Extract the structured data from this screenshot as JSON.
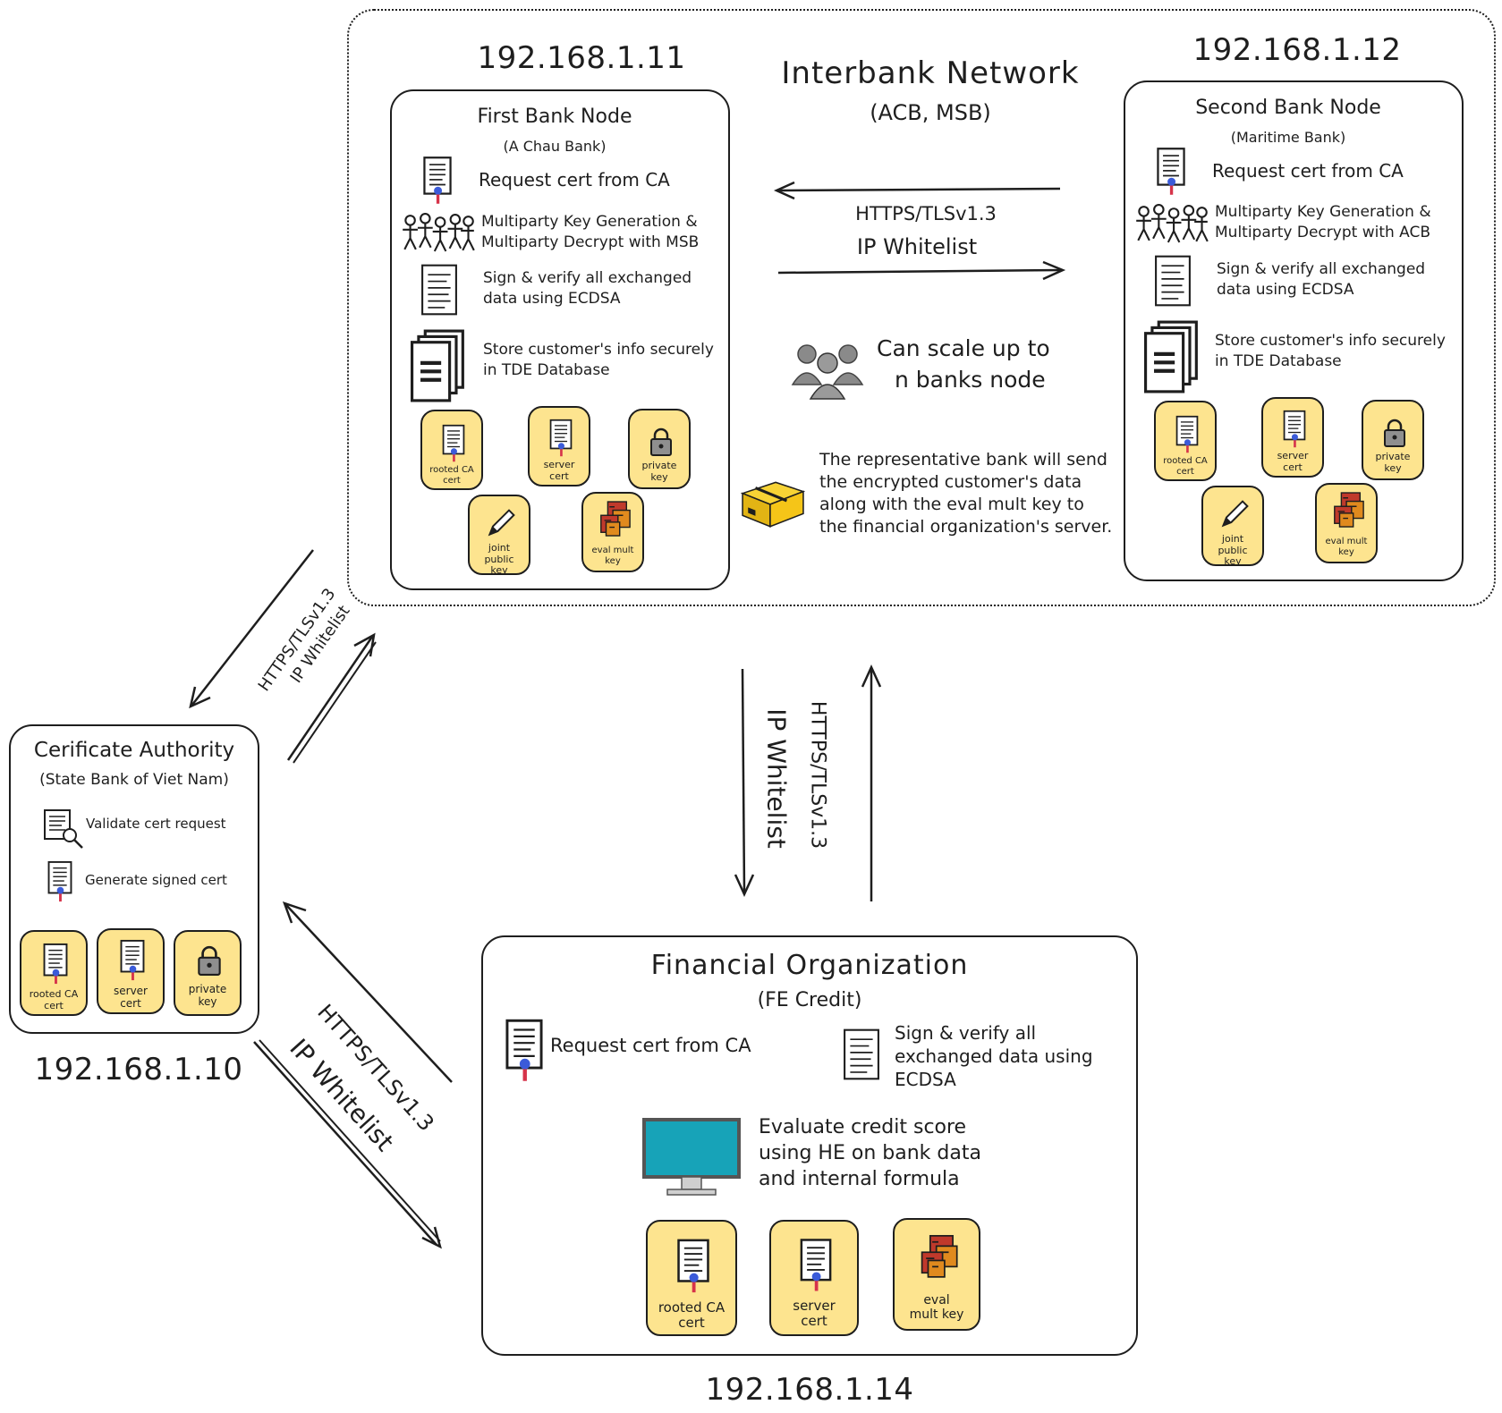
{
  "interbank": {
    "title": "Interbank Network",
    "subtitle": "(ACB, MSB)",
    "link_protocol": "HTTPS/TLSv1.3",
    "link_whitelist": "IP Whitelist",
    "scale_line1": "Can scale up to",
    "scale_line2": "n banks node",
    "representative_note": "The representative bank will send the encrypted customer's data along with the eval mult key to the financial organization's server."
  },
  "bank1": {
    "ip": "192.168.1.11",
    "title": "First Bank Node",
    "subtitle": "(A Chau Bank)",
    "item_request": "Request cert from CA",
    "item_mpc": "Multiparty Key Generation & Multiparty Decrypt with MSB",
    "item_sign": "Sign & verify all exchanged data using ECDSA",
    "item_store": "Store customer's info securely in TDE Database",
    "cards": [
      "rooted CA cert",
      "server cert",
      "private key",
      "joint public key",
      "eval mult key"
    ]
  },
  "bank2": {
    "ip": "192.168.1.12",
    "title": "Second Bank Node",
    "subtitle": "(Maritime Bank)",
    "item_request": "Request cert from CA",
    "item_mpc": "Multiparty Key Generation & Multiparty Decrypt with ACB",
    "item_sign": "Sign & verify all exchanged data using ECDSA",
    "item_store": "Store customer's info securely in TDE Database",
    "cards": [
      "rooted CA cert",
      "server cert",
      "private key",
      "joint public key",
      "eval mult key"
    ]
  },
  "ca": {
    "ip": "192.168.1.10",
    "title": "Cerificate Authority",
    "subtitle": "(State Bank of Viet Nam)",
    "item_validate": "Validate cert request",
    "item_generate": "Generate signed cert",
    "cards": [
      "rooted CA cert",
      "server cert",
      "private key"
    ]
  },
  "fin": {
    "ip": "192.168.1.14",
    "title": "Financial Organization",
    "subtitle": "(FE Credit)",
    "item_request": "Request cert from CA",
    "item_sign": "Sign & verify all exchanged data using ECDSA",
    "item_eval": "Evaluate credit score using HE on bank data and internal formula",
    "cards": [
      "rooted CA cert",
      "server cert",
      "eval mult key"
    ]
  },
  "links": {
    "ca_interbank_protocol": "HTTPS/TLSv1.3",
    "ca_interbank_whitelist": "IP Whitelist",
    "ca_fin_protocol": "HTTPS/TLSv1.3",
    "ca_fin_whitelist": "IP Whitelist",
    "interbank_fin_protocol": "HTTPS/TLSv1.3",
    "interbank_fin_whitelist": "IP Whitelist"
  },
  "colors": {
    "card_fill": "#fde48f",
    "stroke": "#1e1e1e",
    "monitor_screen": "#17a3b8",
    "box_orange": "#f5c518",
    "people_gray": "#8a8a8a",
    "seal_blue": "#3b5bd9",
    "ribbon_red": "#d6334a"
  }
}
